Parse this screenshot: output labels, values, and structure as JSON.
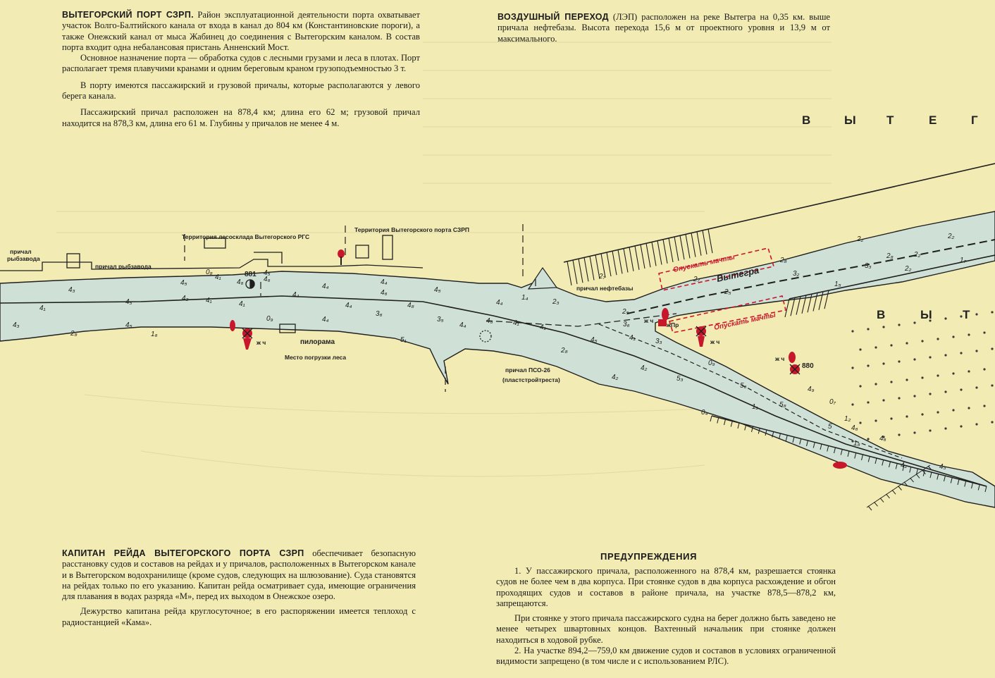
{
  "blocks": {
    "port": {
      "heading": "ВЫТЕГОРСКИЙ ПОРТ СЗРП.",
      "p1": "Район эксплуатационной деятельности порта охватывает участок Волго-Балтийского канала от входа в канал до 804 км (Константиновские пороги), а также Онежский канал от мыса Жабинец до соединения с Вытегорским каналом. В состав порта входит одна небалансовая пристань Анненский Мост.",
      "p2": "Основное назначение порта — обработка судов с лесными грузами и леса в плотах. Порт располагает тремя плавучими кранами и одним береговым краном грузоподъемностью 3 т.",
      "p3": "В порту имеются пассажирский и грузовой причалы, которые располагаются у левого берега канала.",
      "p4": "Пассажирский причал расположен на 878,4 км; длина его 62 м; грузовой причал находится на 878,3 км, длина его 61 м. Глубины у причалов не менее 4 м."
    },
    "air": {
      "heading": "ВОЗДУШНЫЙ ПЕРЕХОД",
      "text": "(ЛЭП) расположен на реке Вытегра на 0,35 км. выше причала нефтебазы. Высота перехода 15,6 м от проектного уровня и 13,9 м от максимального."
    },
    "captain": {
      "heading": "КАПИТАН РЕЙДА ВЫТЕГОРСКОГО ПОРТА СЗРП",
      "p1": "обеспечивает безопасную расстановку судов и составов на рейдах и у причалов, расположенных в Вытегорском канале и в Вытегорском водохранилище (кроме судов, следующих на шлюзование). Суда становятся на рейдах только по его указанию. Капитан рейда осматривает суда, имеющие ограничения для плавания в водах разряда «М», перед их выходом в Онежское озеро.",
      "p2": "Дежурство капитана рейда круглосуточное; в его распоряжении имеется теплоход с радиостанцией «Кама»."
    },
    "warnings": {
      "title": "ПРЕДУПРЕЖДЕНИЯ",
      "p1": "1. У пассажирского причала, расположенного на 878,4 км, разрешается стоянка судов не более чем в два корпуса. При стоянке судов в два корпуса расхождение и обгон проходящих судов и составов в районе причала, на участке 878,5—878,2 км, запрещаются.",
      "p2": "При стоянке у этого причала пассажирского судна на берег должно быть заведено не менее четырех швартовных концов. Вахтенный начальник при стоянке должен находиться в ходовой рубке.",
      "p3": "2. На участке 894,2—759,0 км движение судов и составов в условиях ограниченной видимости запрещено (в том числе и с использованием РЛС)."
    }
  },
  "map": {
    "colors": {
      "paper": "#f3ebb4",
      "water": "#cfe0d6",
      "ink": "#1f1f1f",
      "red": "#c8162a"
    },
    "labels": {
      "prichal_ryb_left_1": "причал",
      "prichal_ryb_left_2": "рыбзавода",
      "prichal_ryb": "причал рыбзавода",
      "lesosklad": "Территория лесосклада Вытегорского РГС",
      "port_territory": "Территория Вытегорского порта СЗРП",
      "neftebaza": "причал нефтебазы",
      "pilorama": "пилорама",
      "pogruzka": "Место погрузки леса",
      "pso_1": "причал ПСО-26",
      "pso_2": "(пластстройтреста)",
      "vytegra": "Вытегра",
      "km881": "881",
      "km880": "880",
      "kch1": "ж ч",
      "kch2": "ж ч",
      "kch3": "ж ч",
      "kch4": "ж ч",
      "zhpr": "жПр",
      "mast1": "Опускать мачты",
      "mast2": "Опускать мачты"
    },
    "big_letters_top": [
      "В",
      "Ы",
      "Т",
      "Е",
      "Г"
    ],
    "big_letters_mid": [
      "В",
      "Ы",
      "Т"
    ],
    "depths": [
      "4₃",
      "2₈",
      "4₅",
      "4₁",
      "4₃",
      "4₅",
      "4₃",
      "4₅",
      "1₆",
      "4₁",
      "4₁",
      "4₁",
      "4₆",
      "4₄",
      "4₄",
      "4₄",
      "4₄",
      "3₆",
      "4₆",
      "4₈",
      "5₁",
      "4₅",
      "4₄",
      "3₅",
      "4₄",
      "4₆",
      "4₄",
      "4₁",
      "4₁",
      "2₈",
      "2₇",
      "1₄",
      "2₃",
      "2₅",
      "3₆",
      "3₃",
      "4₁",
      "4₅",
      "4₂",
      "4₂",
      "5₃",
      "0₄",
      "5₆",
      "0₉",
      "1₁",
      "5₈",
      "4₉",
      "0₇",
      "1₂",
      "1₈",
      "4₆",
      "5",
      "4₆",
      "4₃",
      "4₂",
      "2₅",
      "2₇",
      "2₈",
      "3₂",
      "1₅",
      "3₃",
      "2₈",
      "2₂",
      "2₂",
      "2₂",
      "2₂",
      "1₇",
      "0₈",
      "4₆",
      "4₅",
      "0₉"
    ]
  }
}
